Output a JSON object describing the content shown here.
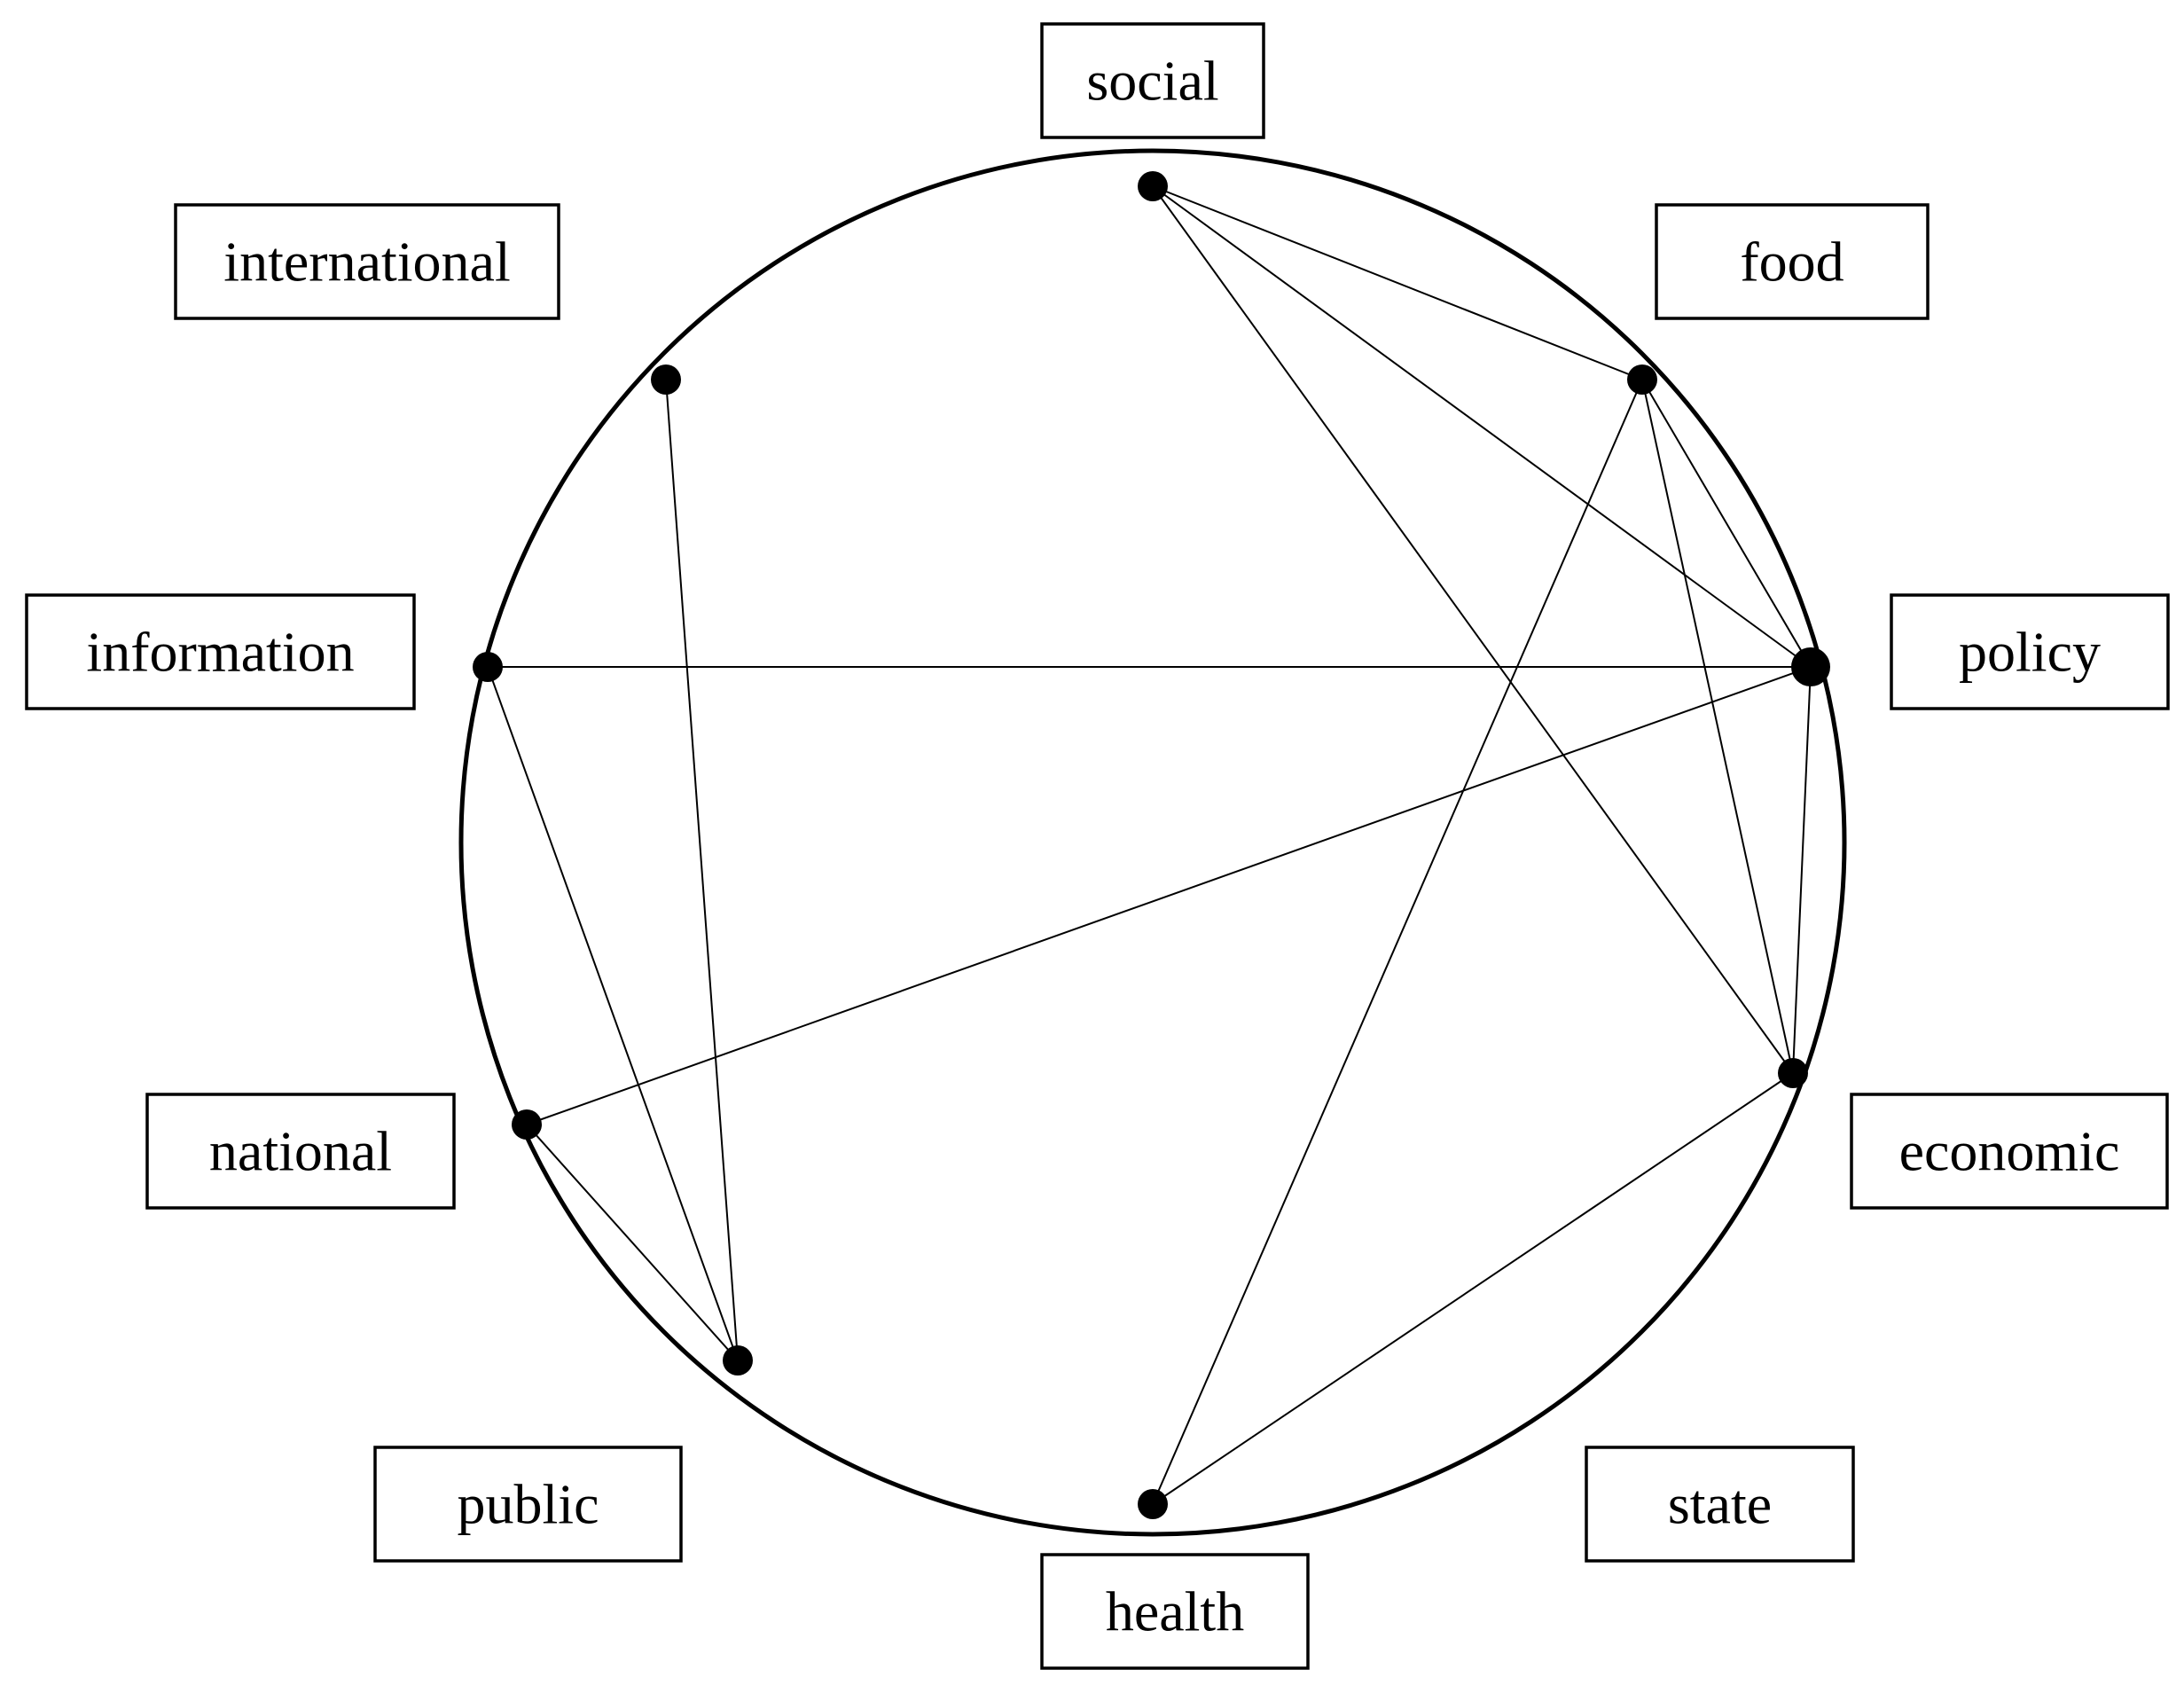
{
  "nodes": [
    {
      "id": "social",
      "label": "social"
    },
    {
      "id": "food",
      "label": "food"
    },
    {
      "id": "policy",
      "label": "policy"
    },
    {
      "id": "economic",
      "label": "economic"
    },
    {
      "id": "state",
      "label": "state"
    },
    {
      "id": "health",
      "label": "health"
    },
    {
      "id": "public",
      "label": "public"
    },
    {
      "id": "national",
      "label": "national"
    },
    {
      "id": "information",
      "label": "information"
    },
    {
      "id": "international",
      "label": "international"
    }
  ],
  "edges": [
    [
      "social",
      "food"
    ],
    [
      "social",
      "policy"
    ],
    [
      "social",
      "economic"
    ],
    [
      "food",
      "policy"
    ],
    [
      "food",
      "economic"
    ],
    [
      "food",
      "health"
    ],
    [
      "policy",
      "economic"
    ],
    [
      "policy",
      "information"
    ],
    [
      "policy",
      "national"
    ],
    [
      "economic",
      "health"
    ],
    [
      "information",
      "public"
    ],
    [
      "international",
      "public"
    ],
    [
      "national",
      "public"
    ]
  ]
}
